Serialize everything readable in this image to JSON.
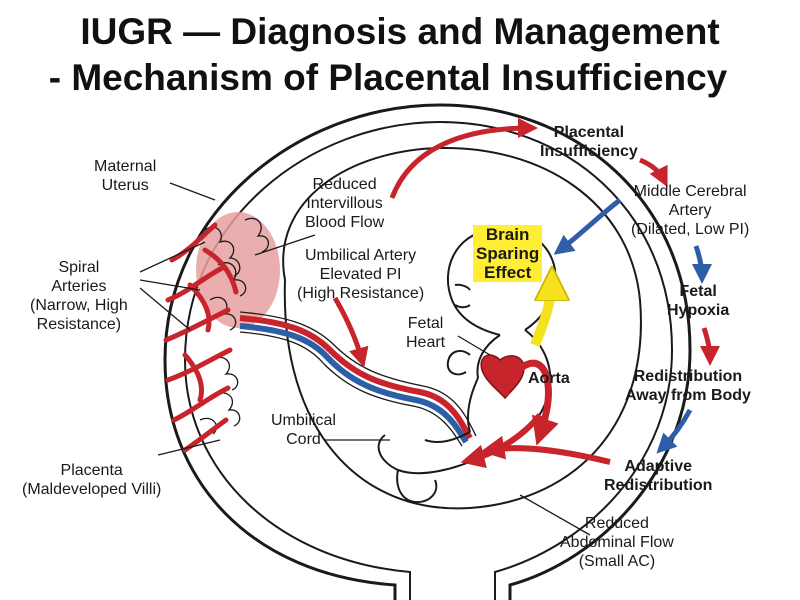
{
  "title": {
    "line1": "IUGR — Diagnosis and Management",
    "line2": "- Mechanism of Placental Insufficiency"
  },
  "labels": {
    "maternal_uterus": [
      "Maternal",
      "Uterus"
    ],
    "spiral_arteries": [
      "Spiral",
      "Arteries",
      "(Narrow, High",
      "Resistance)"
    ],
    "placenta": [
      "Placenta",
      "(Maldeveloped Villi)"
    ],
    "reduced_intervillous": [
      "Reduced",
      "Intervillous",
      "Blood Flow"
    ],
    "umbilical_artery": [
      "Umbilical Artery",
      "Elevated PI",
      "(High Resistance)"
    ],
    "fetal_heart": [
      "Fetal",
      "Heart"
    ],
    "umbilical_cord": [
      "Umbilical",
      "Cord"
    ],
    "brain_sparing": [
      "Brain",
      "Sparing",
      "Effect"
    ],
    "aorta": "Aorta",
    "reduced_abdominal": [
      "Reduced",
      "Abdominal Flow",
      "(Small AC)"
    ]
  },
  "flow_steps": {
    "placental_insufficiency": [
      "Placental",
      "Insufficiency"
    ],
    "mca": [
      "Middle Cerebral",
      "Artery",
      "(Dilated, Low PI)"
    ],
    "fetal_hypoxia": [
      "Fetal",
      "Hypoxia"
    ],
    "redistribution": [
      "Redistribution",
      "Away from Body"
    ],
    "adaptive": [
      "Adaptive",
      "Redistribution"
    ]
  },
  "colors": {
    "artery_red": "#c8242b",
    "vein_blue": "#2f5ea8",
    "highlight_yellow": "#ffee33",
    "arrow_yellow": "#f4e21f",
    "placenta_pink": "#e8a0a0",
    "ink": "#1a1a1a"
  }
}
